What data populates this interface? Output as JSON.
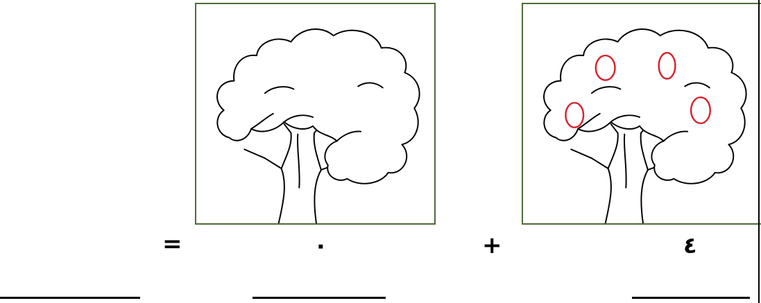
{
  "equation": {
    "equals": "=",
    "second_number": "٠",
    "plus": "+",
    "first_number": "٤"
  },
  "pictures": {
    "empty_tree_icon": "tree-icon",
    "fruit_tree_icon": "tree-with-fruits-icon",
    "fruit_count": 4,
    "fruit_color": "#d7232f",
    "frame_color": "#4e6b3a"
  }
}
